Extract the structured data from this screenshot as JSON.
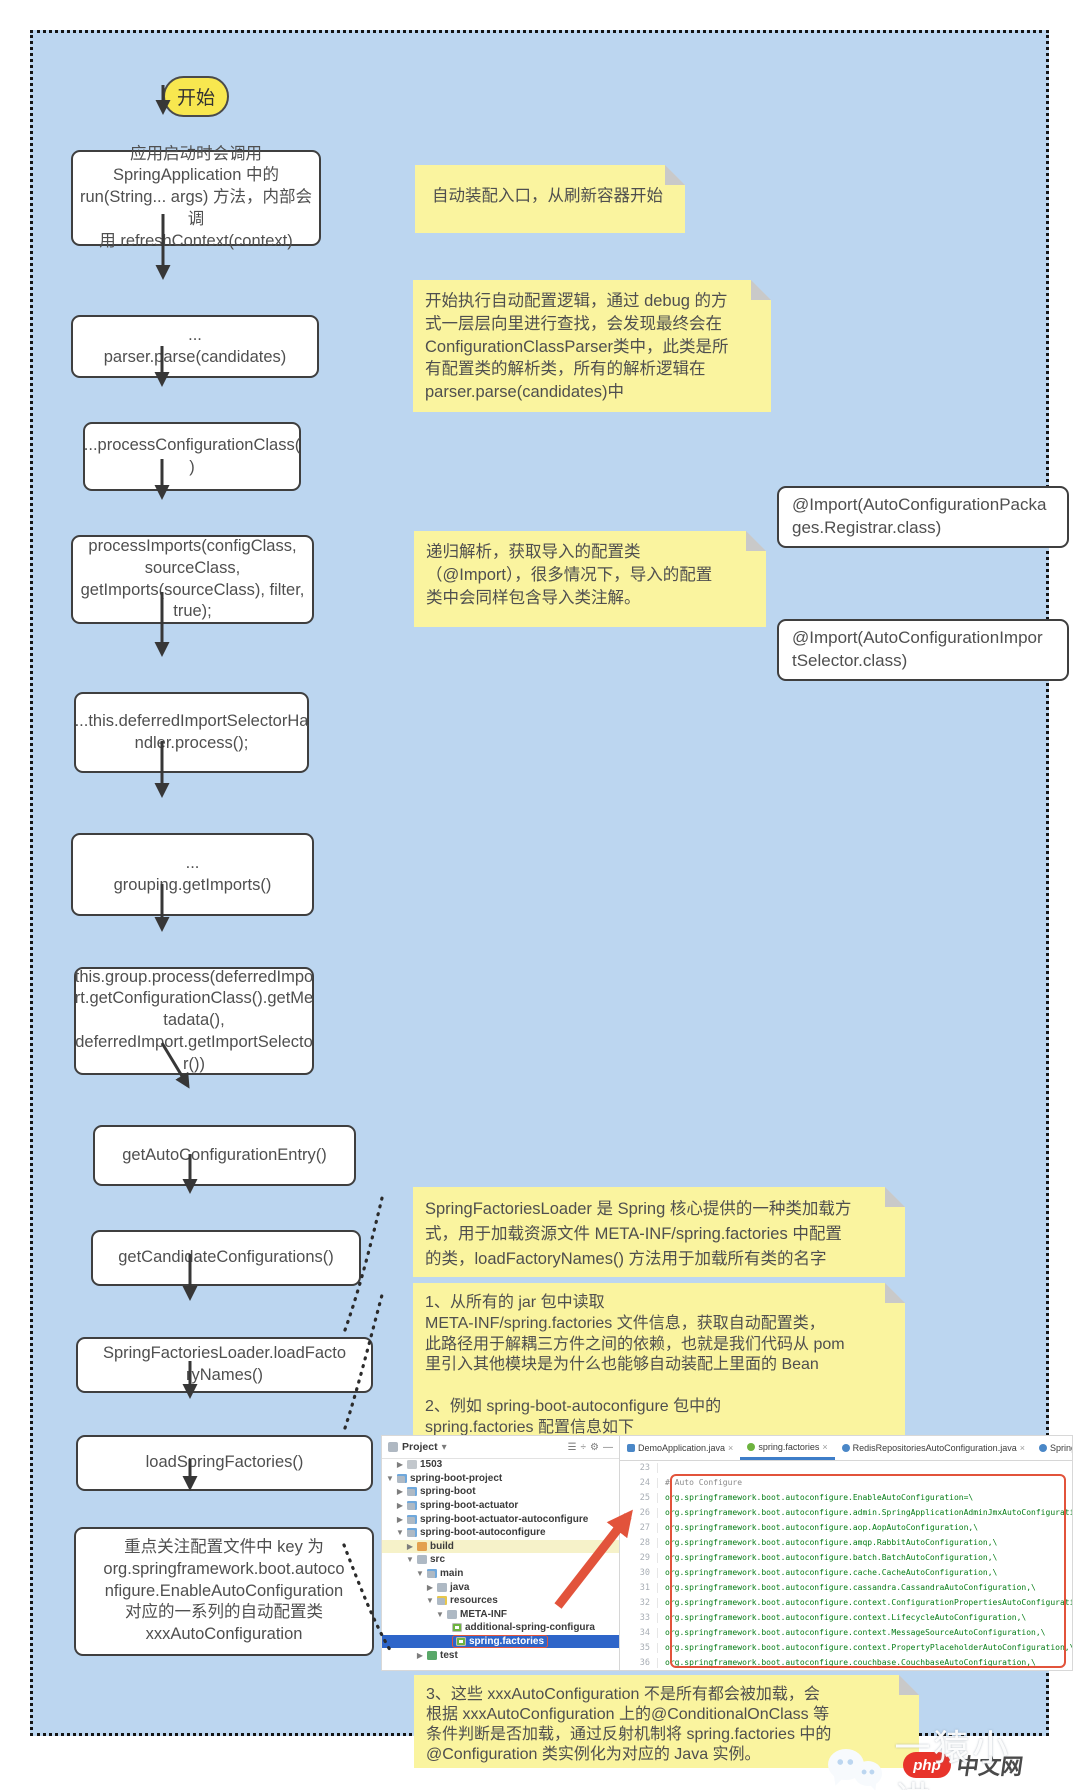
{
  "colors": {
    "panel_bg": "#BCD6F0",
    "note_bg": "#FAF49F",
    "note_fold": "#C9C9C9",
    "box_border": "#3F3F3F",
    "arrow": "#373737",
    "accent_red": "#E2533B",
    "tree_selection_bg": "#2E65C9",
    "code_green": "#067D17",
    "start_fill": "#F8E74F",
    "tab_underline": "#3D7DC8"
  },
  "flow": {
    "start_label": "开始",
    "boxes": [
      {
        "text": "应用启动时会调用\nSpringApplication 中的\nrun(String... args) 方法，内部会调\n用 refreshContext(context)"
      },
      {
        "text": "...\nparser.parse(candidates)"
      },
      {
        "text": "...processConfigurationClass(\n)"
      },
      {
        "text": "processImports(configClass,\nsourceClass,\ngetImports(sourceClass), filter,\ntrue);"
      },
      {
        "text": "...this.deferredImportSelectorHa\nndler.process();"
      },
      {
        "text": "...\ngrouping.getImports()"
      },
      {
        "text": "this.group.process(deferredImpo\nrt.getConfigurationClass().getMe\ntadata(),\ndeferredImport.getImportSelecto\nr())"
      },
      {
        "text": "getAutoConfigurationEntry()"
      },
      {
        "text": "getCandidateConfigurations()"
      },
      {
        "text": "SpringFactoriesLoader.loadFacto\nryNames()"
      },
      {
        "text": "loadSpringFactories()"
      },
      {
        "text": "重点关注配置文件中 key 为\norg.springframework.boot.autoco\nnfigure.EnableAutoConfiguration\n对应的一系列的自动配置类\nxxxAutoConfiguration"
      }
    ]
  },
  "import_boxes": [
    {
      "text": "@Import(AutoConfigurationPacka\nges.Registrar.class)"
    },
    {
      "text": "@Import(AutoConfigurationImpor\ntSelector.class)"
    }
  ],
  "notes": [
    {
      "text": "自动装配入口，从刷新容器开始"
    },
    {
      "text": "开始执行自动配置逻辑，通过 debug 的方\n式一层层向里进行查找，会发现最终会在\nConfigurationClassParser类中，此类是所\n有配置类的解析类，所有的解析逻辑在\nparser.parse(candidates)中"
    },
    {
      "text": "递归解析，获取导入的配置类\n（@Import），很多情况下，导入的配置\n类中会同样包含导入类注解。"
    },
    {
      "text": "SpringFactoriesLoader 是 Spring 核心提供的一种类加载方\n式，用于加载资源文件 META-INF/spring.factories 中配置\n的类，loadFactoryNames() 方法用于加载所有类的名字"
    },
    {
      "text": "1、从所有的 jar 包中读取\nMETA-INF/spring.factories 文件信息，获取自动配置类，\n此路径用于解耦三方件之间的依赖，也就是我们代码从 pom\n里引入其他模块是为什么也能够自动装配上里面的 Bean\n\n2、例如 spring-boot-autoconfigure 包中的\nspring.factories 配置信息如下"
    },
    {
      "text": "3、这些 xxxAutoConfiguration 不是所有都会被加载，会\n根据 xxxAutoConfiguration 上的@ConditionalOnClass 等\n条件判断是否加载，通过反射机制将 spring.factories 中的\n@Configuration 类实例化为对应的 Java 实例。"
    }
  ],
  "ide": {
    "project_panel": {
      "title": "Project",
      "dropdown": "▾",
      "toolbar_icons": [
        "☰",
        "÷",
        "⚙",
        "—"
      ]
    },
    "tree_arrows": {
      "open": "▼",
      "closed": "▶"
    },
    "tree": [
      {
        "label": "1503"
      },
      {
        "label": "spring-boot-project"
      },
      {
        "label": "spring-boot"
      },
      {
        "label": "spring-boot-actuator"
      },
      {
        "label": "spring-boot-actuator-autoconfigure"
      },
      {
        "label": "spring-boot-autoconfigure"
      },
      {
        "label": "build"
      },
      {
        "label": "src"
      },
      {
        "label": "main"
      },
      {
        "label": "java"
      },
      {
        "label": "resources"
      },
      {
        "label": "META-INF"
      },
      {
        "label": "additional-spring-configura"
      },
      {
        "label": "spring.factories"
      },
      {
        "label": "test"
      }
    ],
    "tabs": [
      {
        "label": "DemoApplication.java",
        "close": "×"
      },
      {
        "label": "spring.factories",
        "close": "×"
      },
      {
        "label": "RedisRepositoriesAutoConfiguration.java",
        "close": "×"
      },
      {
        "label": "SpringApplicationAdminJmxAutoC",
        "close": ""
      }
    ],
    "editor": {
      "lines": [
        {
          "no": "23",
          "text": ""
        },
        {
          "no": "24",
          "text": "# Auto Configure"
        },
        {
          "no": "25",
          "text": "org.springframework.boot.autoconfigure.EnableAutoConfiguration=\\"
        },
        {
          "no": "26",
          "text": "org.springframework.boot.autoconfigure.admin.SpringApplicationAdminJmxAutoConfiguration,\\"
        },
        {
          "no": "27",
          "text": "org.springframework.boot.autoconfigure.aop.AopAutoConfiguration,\\"
        },
        {
          "no": "28",
          "text": "org.springframework.boot.autoconfigure.amqp.RabbitAutoConfiguration,\\"
        },
        {
          "no": "29",
          "text": "org.springframework.boot.autoconfigure.batch.BatchAutoConfiguration,\\"
        },
        {
          "no": "30",
          "text": "org.springframework.boot.autoconfigure.cache.CacheAutoConfiguration,\\"
        },
        {
          "no": "31",
          "text": "org.springframework.boot.autoconfigure.cassandra.CassandraAutoConfiguration,\\"
        },
        {
          "no": "32",
          "text": "org.springframework.boot.autoconfigure.context.ConfigurationPropertiesAutoConfiguration,\\"
        },
        {
          "no": "33",
          "text": "org.springframework.boot.autoconfigure.context.LifecycleAutoConfiguration,\\"
        },
        {
          "no": "34",
          "text": "org.springframework.boot.autoconfigure.context.MessageSourceAutoConfiguration,\\"
        },
        {
          "no": "35",
          "text": "org.springframework.boot.autoconfigure.context.PropertyPlaceholderAutoConfiguration,\\"
        },
        {
          "no": "36",
          "text": "org.springframework.boot.autoconfigure.couchbase.CouchbaseAutoConfiguration,\\"
        }
      ]
    }
  },
  "watermark": {
    "label": "一猿小讲"
  },
  "footer_logo": {
    "badge": "php",
    "site": "中文网"
  }
}
